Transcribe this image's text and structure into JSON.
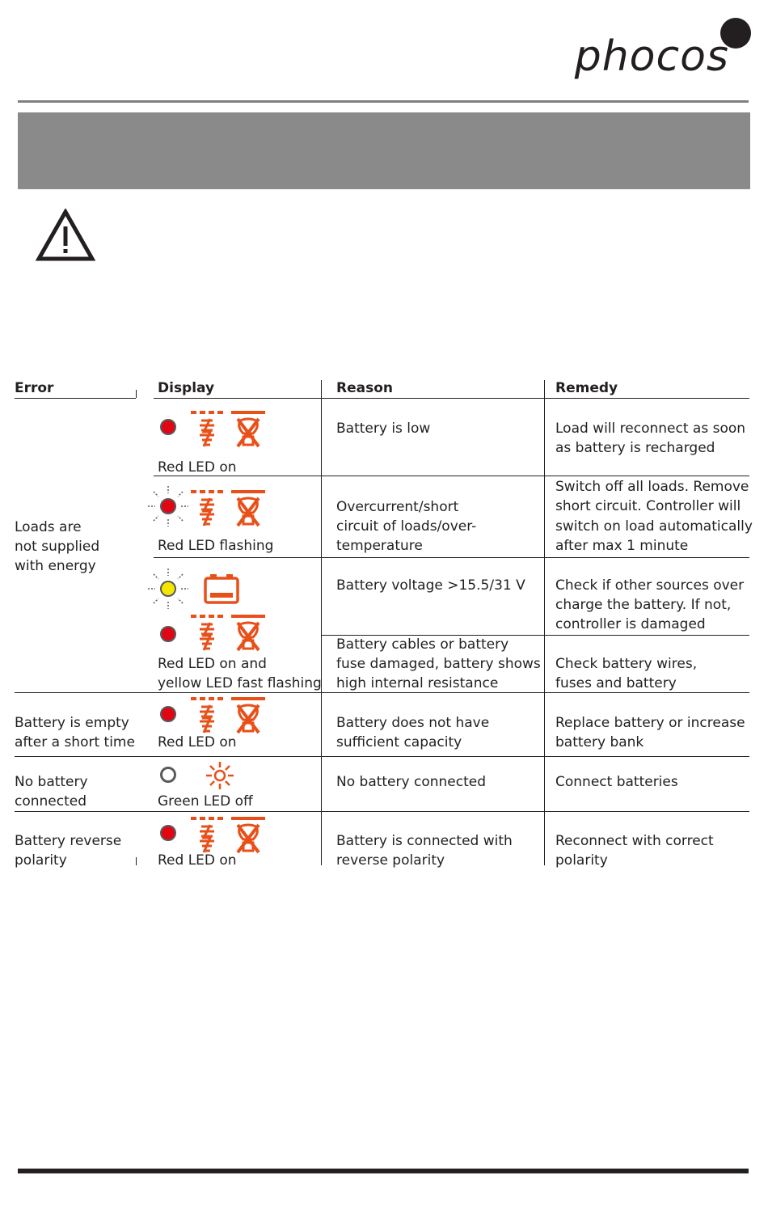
{
  "logo": {
    "text": "phocos",
    "icon": "phocos-logo"
  },
  "warning": {
    "icon": "warning-triangle-icon"
  },
  "table": {
    "headers": {
      "error": "Error",
      "display": "Display",
      "reason": "Reason",
      "remedy": "Remedy"
    },
    "loads": {
      "error": [
        "Loads are",
        "not supplied",
        "with energy"
      ],
      "r1_display": "Red LED on",
      "r1_reason": "Battery is low",
      "r1_remedy": [
        "Load will reconnect as soon",
        "as battery is recharged"
      ],
      "r2_display": "Red LED flashing",
      "r2_reason": [
        "Overcurrent/short",
        "circuit of loads/over-",
        "temperature"
      ],
      "r2_remedy": [
        "Switch off all loads. Remove",
        "short circuit. Controller will",
        "switch on load automatically",
        "after max 1 minute"
      ],
      "r3_display": [
        "Red LED on and",
        "yellow LED fast flashing"
      ],
      "r3a_reason": "Battery voltage >15.5/31 V",
      "r3a_remedy": [
        "Check if other sources over",
        "charge the battery. If not,",
        "controller is damaged"
      ],
      "r3b_reason": [
        "Battery cables or battery",
        "fuse damaged, battery shows",
        "high internal resistance"
      ],
      "r3b_remedy": [
        "Check battery wires,",
        "fuses and battery"
      ]
    },
    "empty": {
      "error": [
        "Battery is empty",
        "after a short time"
      ],
      "display": "Red LED on",
      "reason": [
        "Battery does not have",
        "sufficient capacity"
      ],
      "remedy": [
        "Replace  battery or increase",
        "battery bank"
      ]
    },
    "nobattery": {
      "error": [
        "No battery",
        "connected"
      ],
      "display": "Green LED off",
      "reason": "No battery connected",
      "remedy": "Connect batteries"
    },
    "reverse": {
      "error": [
        "Battery reverse",
        "polarity"
      ],
      "display": "Red LED on",
      "reason": [
        "Battery is connected with",
        "reverse polarity"
      ],
      "remedy": [
        "Reconnect with correct",
        " polarity"
      ]
    }
  },
  "colors": {
    "accent_orange": "#e8501a",
    "led_red": "#e10613",
    "led_yellow": "#f5e600",
    "band_gray": "#8a8a8a"
  }
}
